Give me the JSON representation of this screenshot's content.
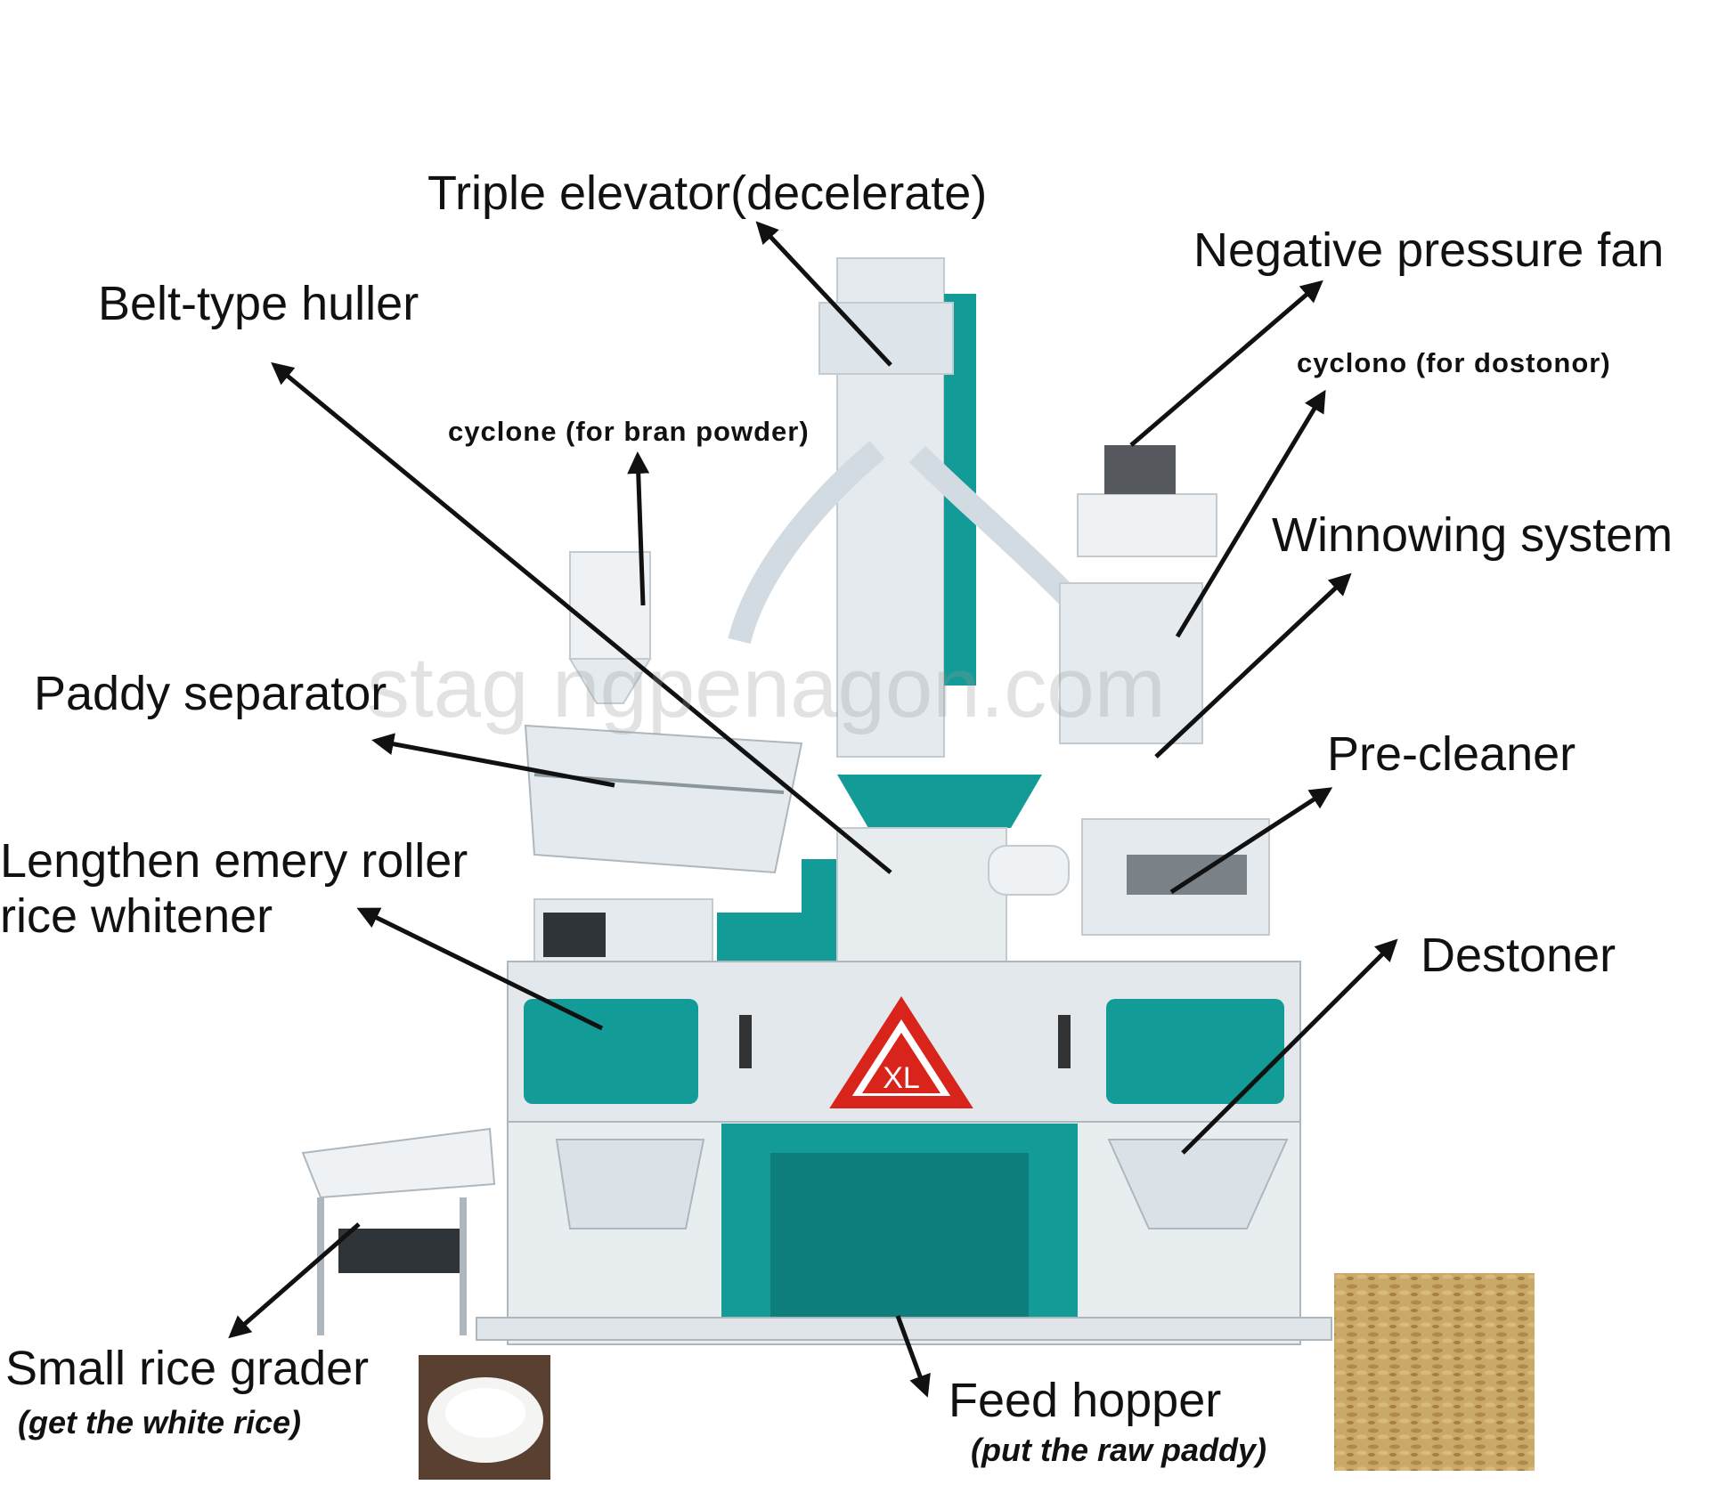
{
  "diagram": {
    "labels": {
      "triple_elevator": "Triple elevator(decelerate)",
      "negative_pressure_fan": "Negative pressure fan",
      "belt_type_huller": "Belt-type huller",
      "cyclone_destoner": "cyclono (for dostonor)",
      "cyclone_bran": "cyclone (for bran powder)",
      "winnowing_system": "Winnowing system",
      "paddy_separator": "Paddy separator",
      "pre_cleaner": "Pre-cleaner",
      "emery_roller_line1": "Lengthen emery roller",
      "emery_roller_line2": "rice whitener",
      "destoner": "Destoner",
      "small_rice_grader": "Small rice grader",
      "small_rice_grader_note": "(get the white rice)",
      "feed_hopper": "Feed hopper",
      "feed_hopper_note": "(put the raw paddy)"
    },
    "machine_logo_text": "XL",
    "watermark": "stag ngpenagon.com",
    "colors": {
      "teal": "#139b98",
      "machine_white": "#e4eaee",
      "logo_red": "#d9241c",
      "arrow": "#111111"
    }
  }
}
